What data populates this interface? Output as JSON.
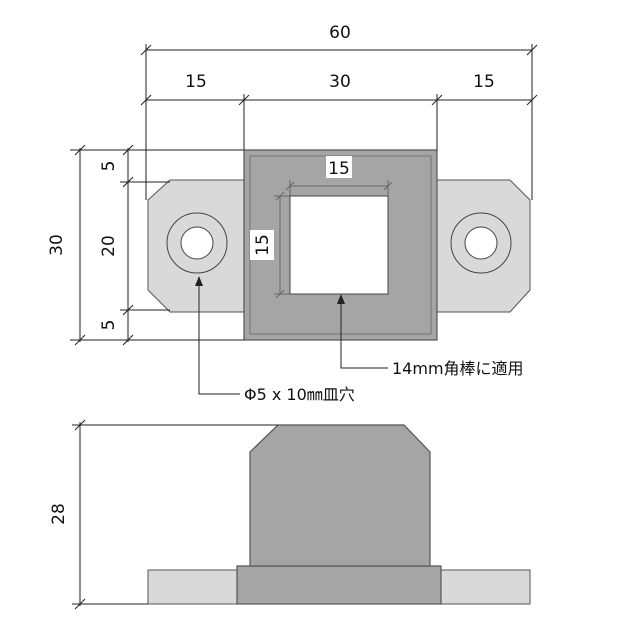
{
  "dimensions": {
    "overall_width": "60",
    "left_ear": "15",
    "center_width": "30",
    "right_ear": "15",
    "overall_height": "30",
    "top_margin": "5",
    "ear_height": "20",
    "bottom_margin": "5",
    "hole_width": "15",
    "hole_height": "15",
    "side_height": "28"
  },
  "labels": {
    "square_bar": "14mm角棒に適用",
    "countersunk_hole": "Φ5 x 10㎜皿穴"
  },
  "colors": {
    "body_dark": "#a5a5a5",
    "body_outline": "#555555",
    "ear_light": "#d9d9d9",
    "hole_white": "#ffffff",
    "dimension_line": "#222222"
  }
}
